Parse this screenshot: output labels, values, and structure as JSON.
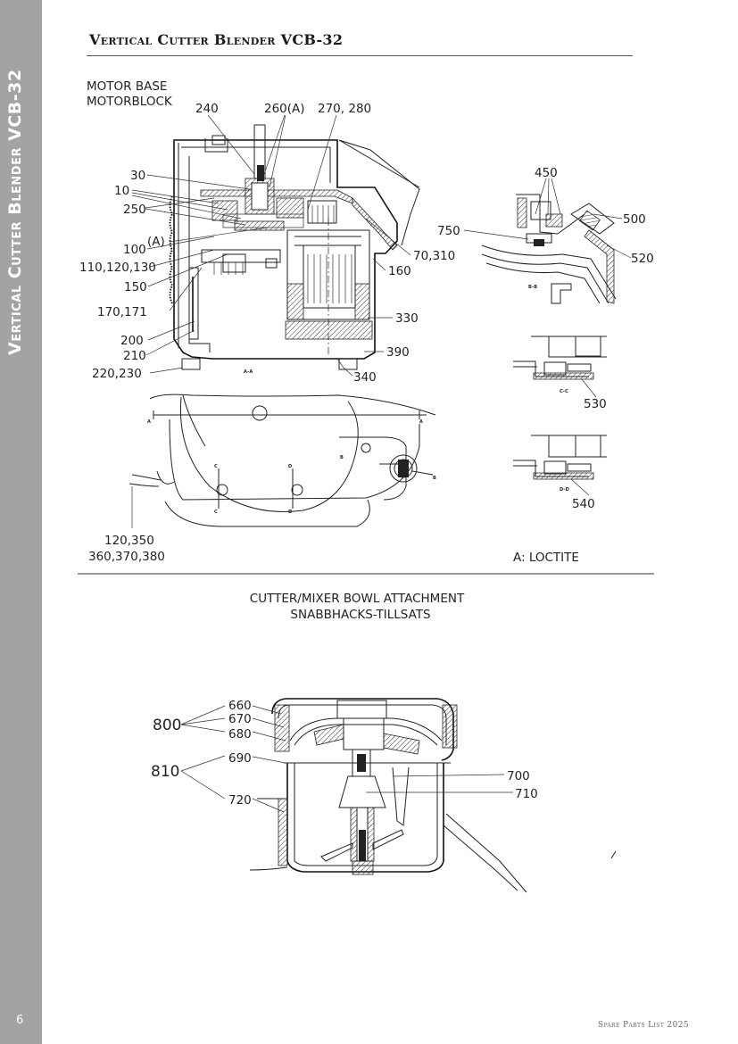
{
  "sidebar": {
    "title": "Vertical Cutter Blender VCB-32",
    "page_number": "6"
  },
  "header": {
    "title": "Vertical Cutter Blender VCB-32"
  },
  "footer": {
    "text": "Spare Parts List 2025"
  },
  "motor_base": {
    "title_en": "MOTOR BASE",
    "title_sv": "MOTORBLOCK",
    "labels": {
      "p240": "240",
      "p260": "260(A)",
      "p270": "270, 280",
      "p30": "30",
      "p10": "10",
      "p250": "250",
      "p100": "100",
      "pA": "(A)",
      "p110": "110,120,130",
      "p150": "150",
      "p170": "170,171",
      "p200": "200",
      "p210": "210",
      "p220": "220,230",
      "p70": "70,310",
      "p160": "160",
      "p330": "330",
      "p390": "390",
      "p340": "340",
      "p450": "450",
      "p750": "750",
      "p500": "500",
      "p520": "520",
      "p530": "530",
      "p540": "540",
      "p120": "120,350",
      "p360": "360,370,380"
    },
    "section_marks": {
      "aa": "A–A",
      "bb": "B–B",
      "cc": "C–C",
      "dd": "D–D",
      "a": "A",
      "b": "B",
      "c": "C",
      "d": "D"
    },
    "note": "A: LOCTITE"
  },
  "bowl": {
    "title_en": "CUTTER/MIXER BOWL ATTACHMENT",
    "title_sv": "SNABBHACKS-TILLSATS",
    "labels": {
      "p800": "800",
      "p810": "810",
      "p660": "660",
      "p670": "670",
      "p680": "680",
      "p690": "690",
      "p720": "720",
      "p700": "700",
      "p710": "710"
    }
  }
}
